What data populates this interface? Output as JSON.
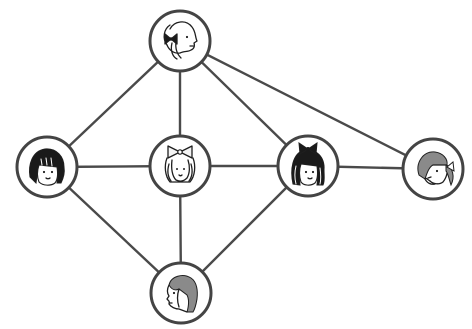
{
  "colors": {
    "background": "#ffffff",
    "edge": "#4a4a4a",
    "node_ring": "#444444",
    "node_fill": "#ffffff",
    "ink": "#1f1f1f",
    "hair_dark": "#1a1a1a",
    "hair_gray": "#8a8a8a"
  },
  "nodes": [
    {
      "id": "top",
      "icon": "girl-bow-profile-icon"
    },
    {
      "id": "left",
      "icon": "girl-black-bob-icon"
    },
    {
      "id": "center",
      "icon": "girl-light-bow-icon"
    },
    {
      "id": "center-right",
      "icon": "girl-bow-long-hair-icon"
    },
    {
      "id": "right",
      "icon": "girl-ponytail-profile-icon"
    },
    {
      "id": "bottom",
      "icon": "girl-side-profile-icon"
    }
  ],
  "edges": [
    {
      "from": "top",
      "to": "left"
    },
    {
      "from": "top",
      "to": "center"
    },
    {
      "from": "top",
      "to": "center-right"
    },
    {
      "from": "top",
      "to": "right"
    },
    {
      "from": "left",
      "to": "center"
    },
    {
      "from": "left",
      "to": "bottom"
    },
    {
      "from": "center",
      "to": "center-right"
    },
    {
      "from": "center",
      "to": "bottom"
    },
    {
      "from": "center-right",
      "to": "right"
    },
    {
      "from": "center-right",
      "to": "bottom"
    }
  ]
}
